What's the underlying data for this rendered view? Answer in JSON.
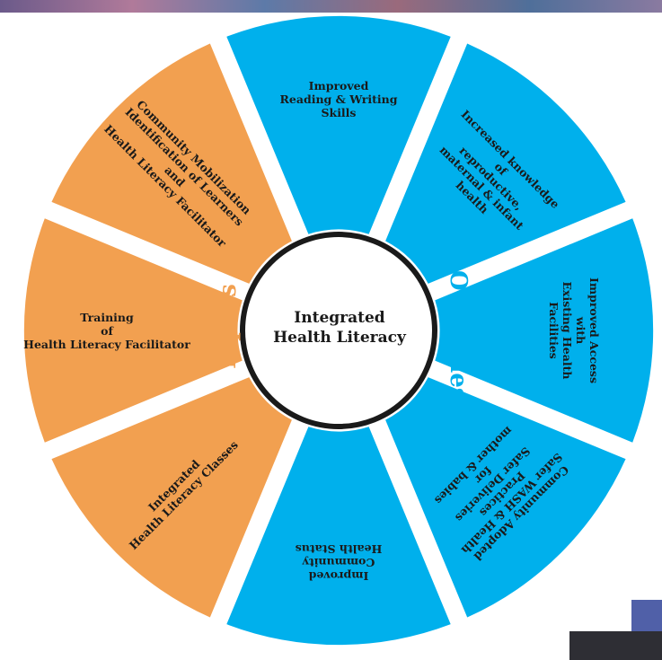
{
  "colors": {
    "outcome": "#00b0ec",
    "input": "#f2a050",
    "ring": "#1a1a1a"
  },
  "center": {
    "title": "Integrated\nHealth Literacy"
  },
  "side_labels": {
    "inputs": "Inputs",
    "outcomes": "Outcomes"
  },
  "segments": [
    {
      "group": "outcome",
      "text": "Improved\nReading & Writing\nSkills"
    },
    {
      "group": "outcome",
      "text": "Increased knowledge\nof\nreproductive,\nmaternal & infant\nhealth"
    },
    {
      "group": "outcome",
      "text": "Improved Access\nwith\nExisting Health\nFacilities"
    },
    {
      "group": "outcome",
      "text": "Community Adopted\nSafer WASH & Health\nPractices\nSafer Deliveries\nfor\nmother & babies"
    },
    {
      "group": "outcome",
      "text": "Improved\nCommunity\nHealth Status"
    },
    {
      "group": "input",
      "text": "Integrated\nHealth Literacy Classes"
    },
    {
      "group": "input",
      "text": "Training\nof\nHealth Literacy Facilitator"
    },
    {
      "group": "input",
      "text": "Community Mobilization\nIdentification of Learners\nand\nHealth Literacy Facilitator"
    }
  ]
}
